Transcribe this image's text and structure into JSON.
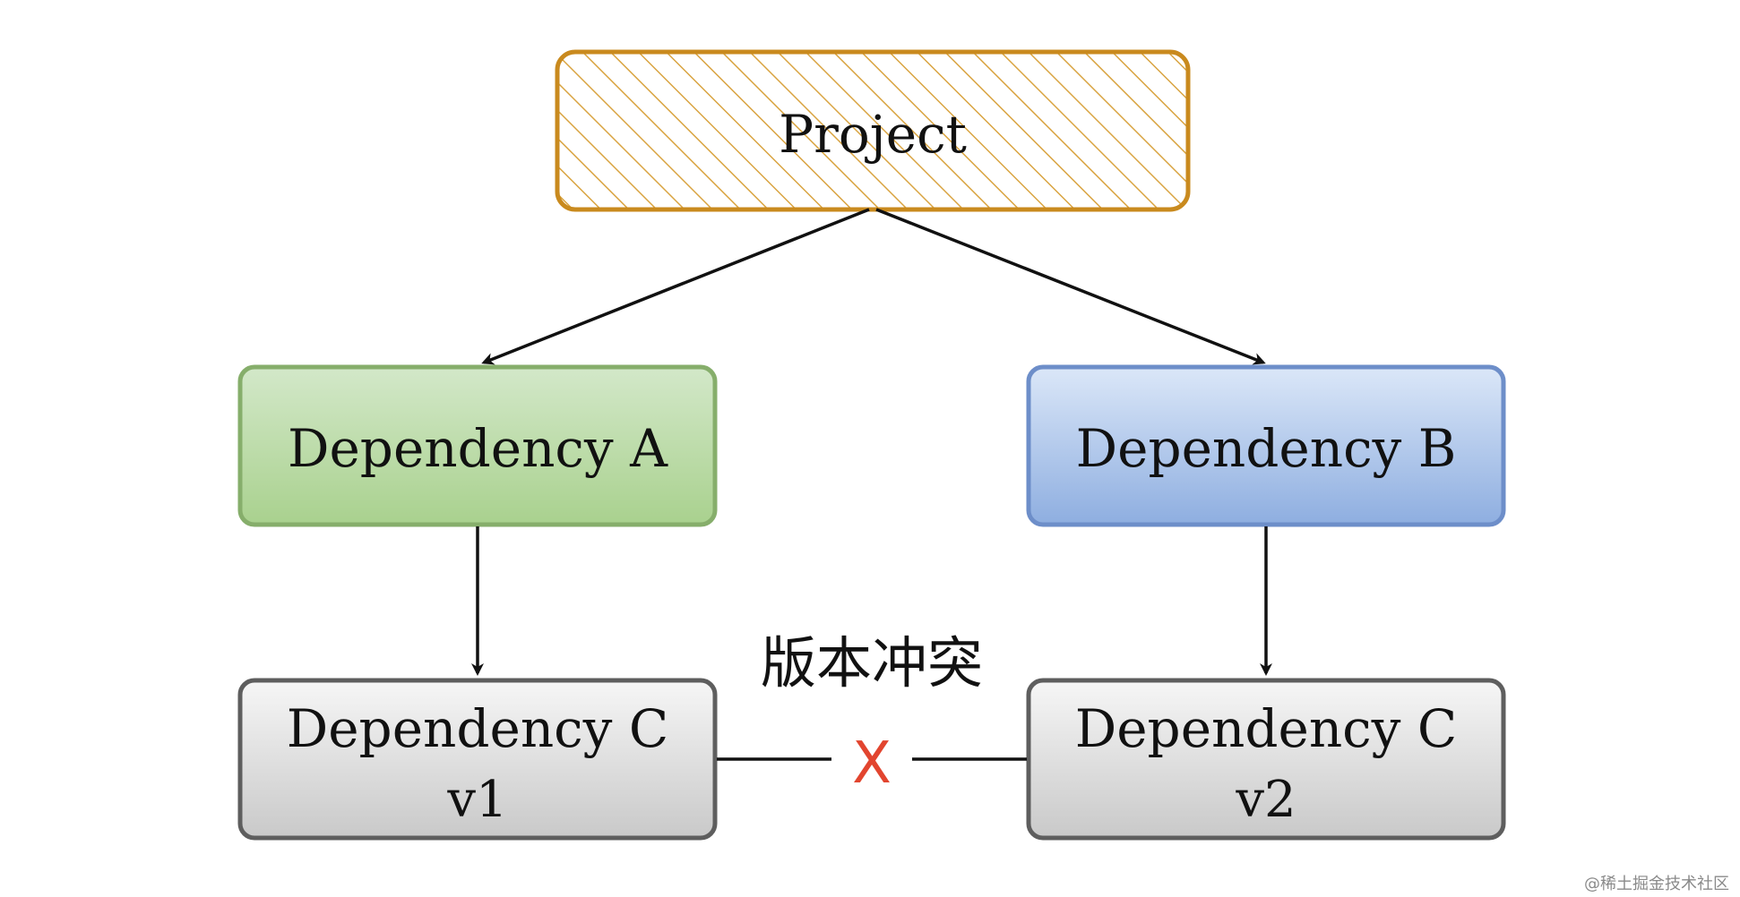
{
  "nodes": {
    "project": {
      "label": "Project",
      "border": "#c98a1e",
      "hatch": "#d9a441"
    },
    "dep_a": {
      "label": "Dependency A",
      "fill_top": "#d3e8c9",
      "fill_bottom": "#a9d18e",
      "border": "#86ae6b"
    },
    "dep_b": {
      "label": "Dependency B",
      "fill_top": "#dbe7f8",
      "fill_bottom": "#8eaee0",
      "border": "#6d8ec9"
    },
    "dep_c_v1": {
      "label": "Dependency C",
      "version": "v1",
      "fill_top": "#f6f6f6",
      "fill_bottom": "#c9c9c9",
      "border": "#5e5e5e"
    },
    "dep_c_v2": {
      "label": "Dependency C",
      "version": "v2",
      "fill_top": "#f6f6f6",
      "fill_bottom": "#c9c9c9",
      "border": "#5e5e5e"
    }
  },
  "conflict": {
    "label": "版本冲突",
    "marker": "X",
    "marker_color": "#e2452f"
  },
  "watermark": "@稀土掘金技术社区",
  "arrow_color": "#111111"
}
